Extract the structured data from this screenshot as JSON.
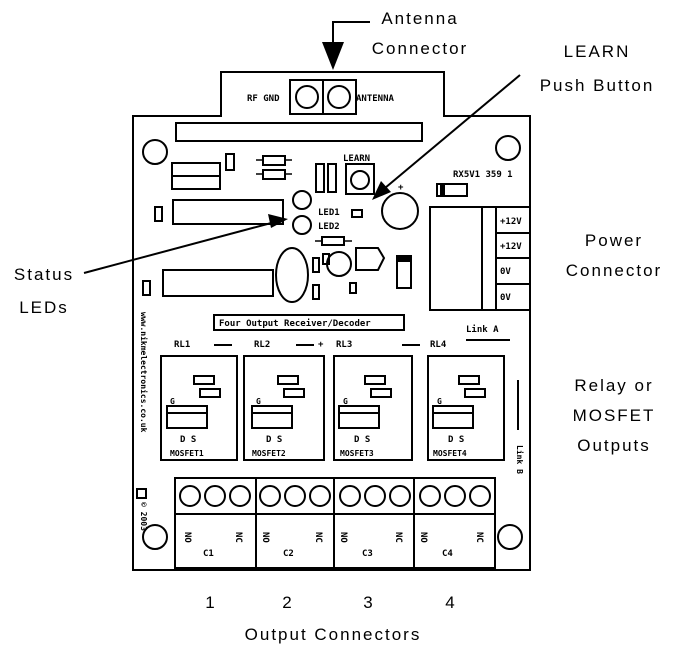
{
  "callouts": {
    "antenna_connector": [
      "Antenna",
      "Connector"
    ],
    "learn_push_button": [
      "LEARN",
      "Push Button"
    ],
    "status_leds": [
      "Status",
      "LEDs"
    ],
    "power_connector": [
      "Power",
      "Connector"
    ],
    "relay_outputs": [
      "Relay or",
      "MOSFET",
      "Outputs"
    ],
    "output_numbers": [
      "1",
      "2",
      "3",
      "4"
    ],
    "output_connectors": "Output Connectors"
  },
  "board": {
    "rf_gnd": "RF GND",
    "antenna": "ANTENNA",
    "learn": "LEARN",
    "model": "RX5V1 359 1",
    "led1": "LED1",
    "led2": "LED2",
    "power_pins": [
      "+12V",
      "+12V",
      "0V",
      "0V"
    ],
    "title_box": "Four Output Receiver/Decoder",
    "website": "www.nikmelectronics.co.uk",
    "copyright": "© 2003",
    "link_a": "Link A",
    "link_b": "Link B",
    "relay_labels": [
      "RL1",
      "RL2",
      "RL3",
      "RL4"
    ],
    "mosfet_labels": [
      "MOSFET1",
      "MOSFET2",
      "MOSFET3",
      "MOSFET4"
    ],
    "mosfet_pins": "D S",
    "mosfet_gate": "G",
    "terminal_pins": [
      "NO",
      "NC"
    ],
    "connector_labels": [
      "C1",
      "C2",
      "C3",
      "C4"
    ]
  }
}
